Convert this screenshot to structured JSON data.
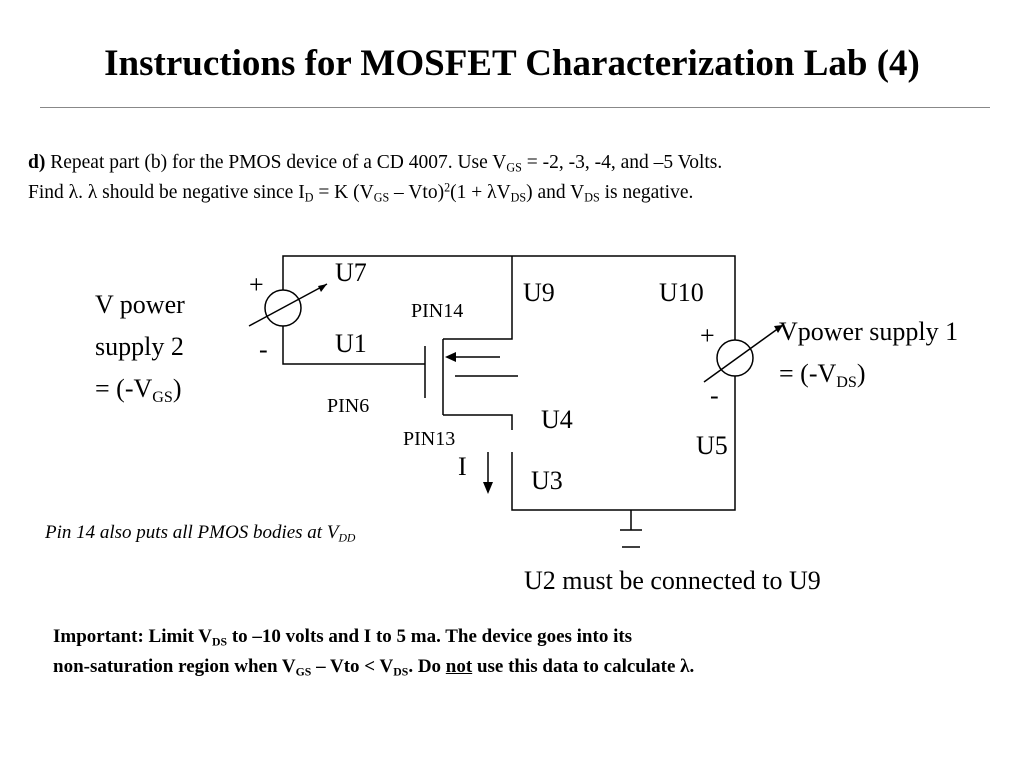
{
  "title": "Instructions for MOSFET Characterization Lab (4)",
  "instructions": {
    "part_label": "d)",
    "line1": {
      "text_a": "Repeat part (b) for the PMOS device of a CD 4007.  Use V",
      "sub_gs": "GS",
      "text_b": " = -2, -3, -4, and –5 Volts."
    },
    "line2": {
      "t1": "Find λ.  λ should be negative since  I",
      "sub1": "D",
      "t2": " = K (V",
      "sub2": "GS",
      "t3": " – Vto)",
      "sup1": "2",
      "t4": "(1 + λV",
      "sub3": "DS",
      "t5": ") and V",
      "sub4": "DS",
      "t6": " is negative."
    }
  },
  "circuit": {
    "labels": {
      "u7": "U7",
      "u1": "U1",
      "u9": "U9",
      "u10": "U10",
      "u4": "U4",
      "u5": "U5",
      "u3": "U3",
      "pin14": "PIN14",
      "pin6": "PIN6",
      "pin13": "PIN13",
      "current": "I",
      "plus_left": "+",
      "minus_left": "-",
      "plus_right": "+",
      "minus_right": "-"
    },
    "supply2": {
      "line1": "V power",
      "line2": "supply 2",
      "line3_pre": "= (-V",
      "line3_sub": "GS",
      "line3_post": ")"
    },
    "supply1": {
      "line1": "Vpower supply 1",
      "line2_pre": "= (-V",
      "line2_sub": "DS",
      "line2_post": ")"
    }
  },
  "body_note": {
    "text": "Pin 14 also puts all PMOS bodies at V",
    "sub": "DD"
  },
  "connection_note": "U2 must be connected to U9",
  "important": {
    "l1_a": "Important:  Limit V",
    "l1_sub": "DS",
    "l1_b": " to –10 volts and I to 5 ma.  The device goes into its",
    "l2_a": "non-saturation region when V",
    "l2_sub1": "GS",
    "l2_b": " – Vto < V",
    "l2_sub2": "DS",
    "l2_c": ".  Do ",
    "l2_not": "not",
    "l2_d": " use this data to calculate λ."
  }
}
